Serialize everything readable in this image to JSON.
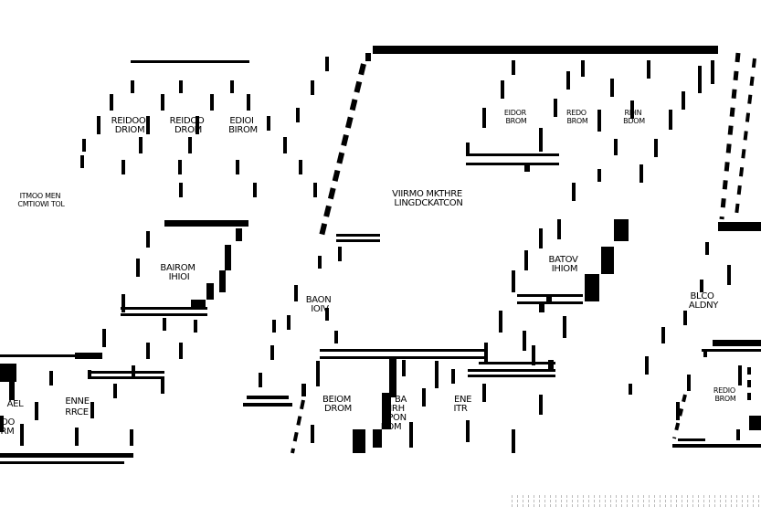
{
  "colors": {
    "wall": "#000000",
    "background": "#ffffff",
    "grid": "#bbbbbb"
  },
  "rooms": {
    "bedroom_1": [
      "REIDOO",
      "DRIOM"
    ],
    "bedroom_2": [
      "REIDOO",
      "DROM"
    ],
    "bedroom_3": [
      "EDIOI",
      "BIROM"
    ],
    "annotation_left": [
      "ITMOO MEN",
      "CMTIOWI TOL"
    ],
    "bathroom_left": [
      "BAIROM",
      "IHIOI"
    ],
    "bathroom_center": [
      "BAON",
      "IOIV"
    ],
    "living_kitchen": [
      "VIIRMO MKTHRE",
      "LINGDCKATCON"
    ],
    "bedroom_top_a": [
      "EIDOR",
      "BROM"
    ],
    "bedroom_top_b": [
      "REDO",
      "BROM"
    ],
    "bedroom_top_c": [
      "RDIN",
      "BDOM"
    ],
    "bathroom_right": [
      "BATOV",
      "IHIOM"
    ],
    "balcony": [
      "BLCO",
      "ALDNY"
    ],
    "bedroom_right": [
      "REDIO",
      "BROM"
    ],
    "bedroom_bottom": [
      "BEIOM",
      "DROM"
    ],
    "bathroom_bottom": [
      "BA",
      "IRH",
      "PON",
      "ROM"
    ],
    "entrance": [
      "ENE",
      "ITR"
    ],
    "room_bottom_left": [
      "AEL",
      "OO",
      "RM"
    ],
    "entry_bottom_left": [
      "ENNE",
      "RRCE"
    ]
  }
}
